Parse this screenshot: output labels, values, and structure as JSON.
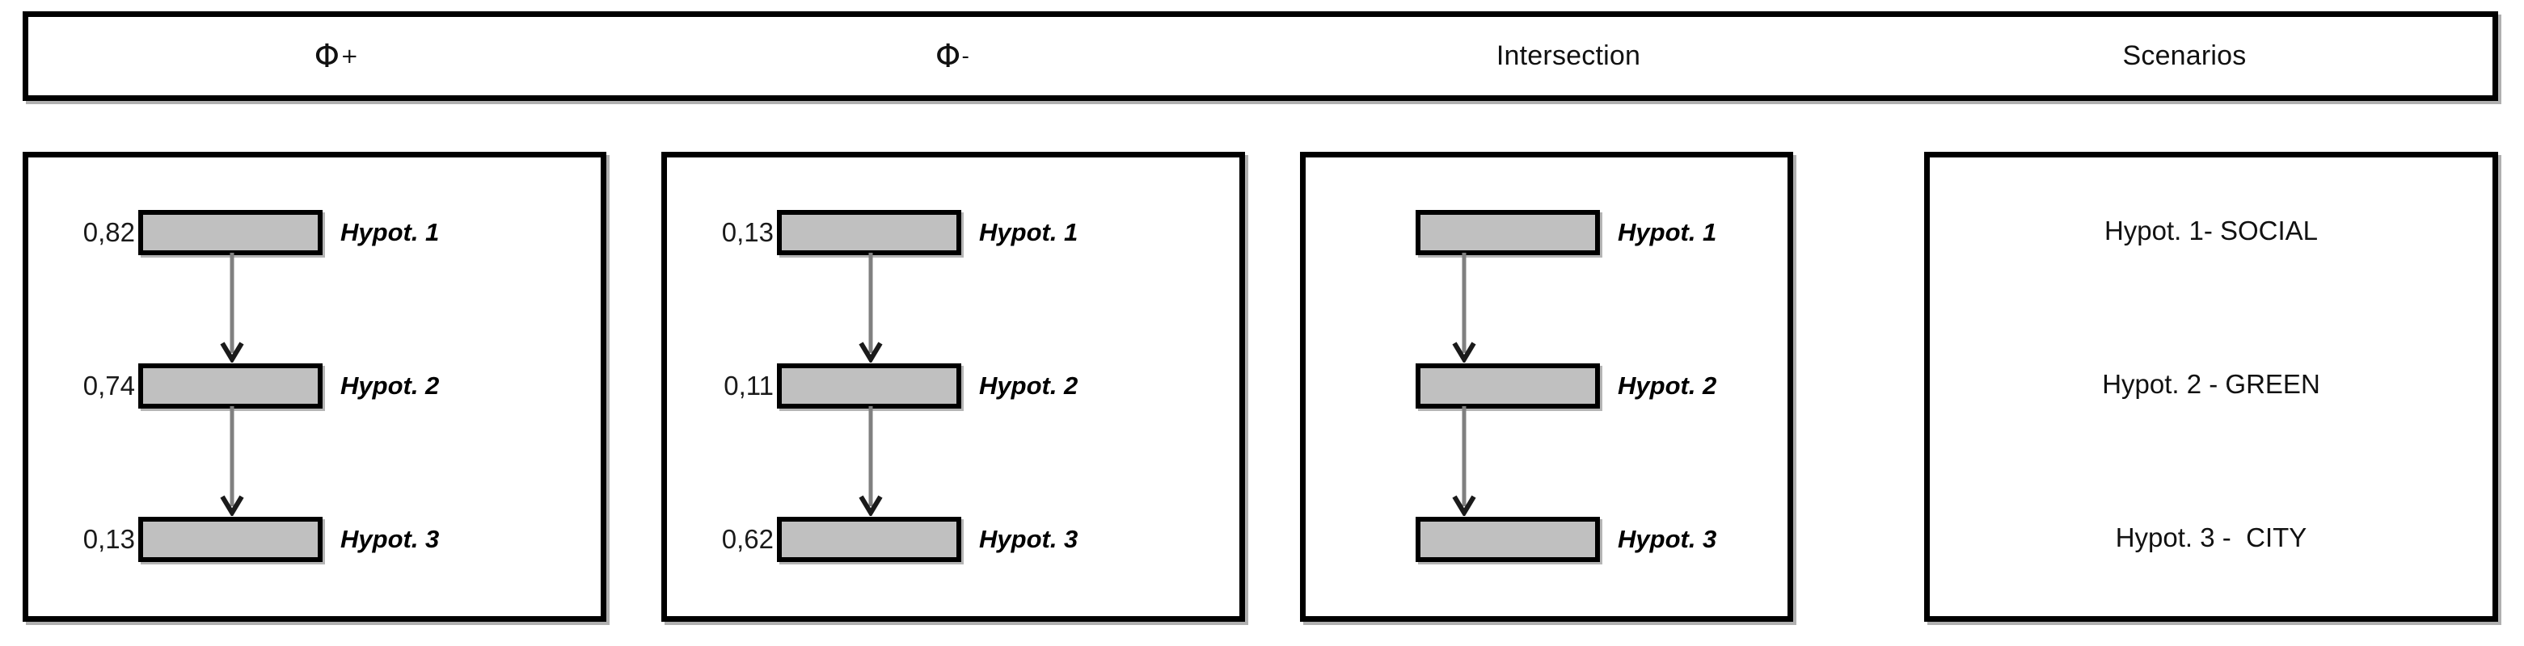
{
  "figure": {
    "title": "PROMETHEE positive flow, negative flow, intersection and scenarios"
  },
  "header": {
    "columns": [
      {
        "id": "phi-plus",
        "glyph": "Φ",
        "sup": "+",
        "label": "Φ+"
      },
      {
        "id": "phi-minus",
        "glyph": "Φ",
        "sup": "-",
        "label": "Φ-"
      },
      {
        "id": "intersection",
        "label": "Intersection"
      },
      {
        "id": "scenarios",
        "label": "Scenarios"
      }
    ]
  },
  "panels": [
    {
      "id": "phi-plus-panel",
      "kind": "flow",
      "show_values": true,
      "nodes": [
        {
          "value": "0,82",
          "label": "Hypot. 1"
        },
        {
          "value": "0,74",
          "label": "Hypot. 2"
        },
        {
          "value": "0,13",
          "label": "Hypot. 3"
        }
      ]
    },
    {
      "id": "phi-minus-panel",
      "kind": "flow",
      "show_values": true,
      "nodes": [
        {
          "value": "0,13",
          "label": "Hypot. 1"
        },
        {
          "value": "0,11",
          "label": "Hypot. 2"
        },
        {
          "value": "0,62",
          "label": "Hypot. 3"
        }
      ]
    },
    {
      "id": "intersection-panel",
      "kind": "flow",
      "show_values": false,
      "nodes": [
        {
          "value": "",
          "label": "Hypot. 1"
        },
        {
          "value": "",
          "label": "Hypot. 2"
        },
        {
          "value": "",
          "label": "Hypot. 3"
        }
      ]
    },
    {
      "id": "scenarios-panel",
      "kind": "text",
      "items": [
        "Hypot. 1- SOCIAL",
        "Hypot. 2 - GREEN",
        "Hypot. 3 -  CITY"
      ]
    }
  ],
  "colors": {
    "node_fill": "#c0c0c0",
    "border": "#000000",
    "arrow": "#808080",
    "arrowhead": "#1a1a1a",
    "background": "#ffffff"
  }
}
